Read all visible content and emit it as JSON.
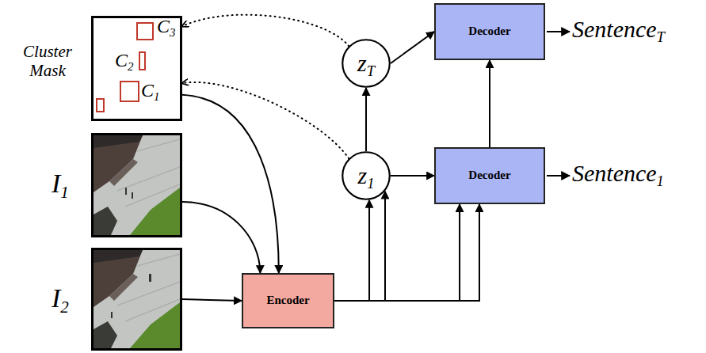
{
  "diagram": {
    "nodes": [
      {
        "text": [
          "Cluster Mask",
          "C3",
          "C2",
          "C1"
        ]
      },
      {
        "text": [
          "I1"
        ]
      },
      {
        "text": [
          "I2"
        ]
      },
      {
        "text": [
          "Encoder"
        ]
      },
      {
        "text": [
          "z1"
        ]
      },
      {
        "text": [
          "zT"
        ]
      },
      {
        "text": [
          "Decoder"
        ]
      },
      {
        "text": [
          "Decoder"
        ]
      }
    ],
    "edges": [
      {
        "from": 0,
        "to": 3,
        "arrow": "to"
      },
      {
        "from": 1,
        "to": 3,
        "arrow": "to"
      },
      {
        "from": 2,
        "to": 3,
        "arrow": "to"
      },
      {
        "from": 3,
        "to": 4,
        "arrow": "to"
      },
      {
        "from": 3,
        "to": 4,
        "arrow": "to"
      },
      {
        "from": 3,
        "to": 6,
        "arrow": "to"
      },
      {
        "from": 3,
        "to": 6,
        "arrow": "to"
      },
      {
        "from": 4,
        "to": 5,
        "arrow": "to"
      },
      {
        "from": 4,
        "to": 6,
        "arrow": "to"
      },
      {
        "from": 5,
        "to": 7,
        "arrow": "to"
      },
      {
        "from": 6,
        "to": 7,
        "arrow": "to"
      },
      {
        "from": 5,
        "to": 0,
        "arrow": "to"
      },
      {
        "from": 4,
        "to": 0,
        "arrow": "to"
      }
    ],
    "labels": [
      "SentenceT",
      "Sentence1"
    ]
  }
}
